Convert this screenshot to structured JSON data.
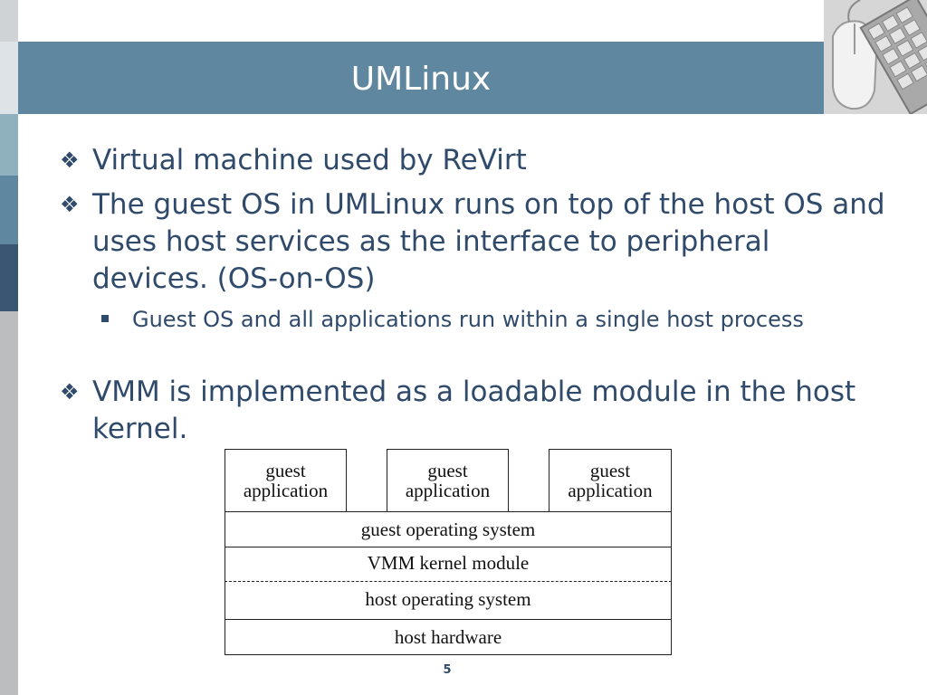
{
  "slide": {
    "title": "UMLinux",
    "page_number": "5"
  },
  "bullets": [
    {
      "text": "Virtual machine used by ReVirt"
    },
    {
      "text": "The guest OS in UMLinux runs on top of the host OS and uses host services as the interface to peripheral devices. (OS-on-OS)"
    },
    {
      "text": "VMM is implemented as a loadable module in the host kernel."
    }
  ],
  "sub_bullets": [
    {
      "text": "Guest OS and all applications run within a single host process"
    }
  ],
  "diagram": {
    "guest_apps": [
      {
        "line1": "guest",
        "line2": "application"
      },
      {
        "line1": "guest",
        "line2": "application"
      },
      {
        "line1": "guest",
        "line2": "application"
      }
    ],
    "layers": [
      "guest operating system",
      "VMM kernel module",
      "host operating system",
      "host hardware"
    ]
  },
  "colors": {
    "title_bar": "#5f87a0",
    "text": "#2f4a6a"
  },
  "icons": {
    "main_bullet": "diamond-bullet-icon",
    "sub_bullet": "square-bullet-icon"
  }
}
